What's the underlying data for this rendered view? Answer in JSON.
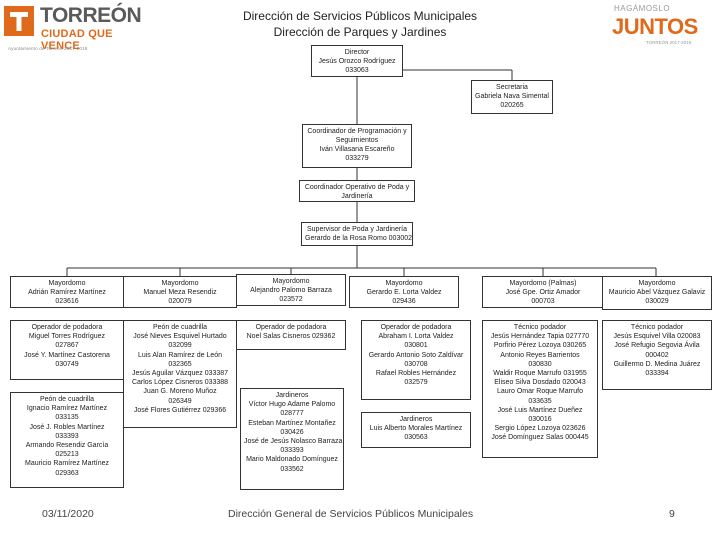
{
  "header": {
    "title_line1": "Dirección de Servicios Públicos Municipales",
    "title_line2": "Dirección de Parques y Jardines"
  },
  "logo_left": {
    "line1": "TORREÓN",
    "line2": "CIUDAD QUE VENCE",
    "line3": "Ayuntamiento de Torreón 2017-2019"
  },
  "logo_right": {
    "line1": "HAGÁMOSLO",
    "line2": "JUNTOS",
    "line3": "TORREÓN 2017-2019"
  },
  "nodes": {
    "director": [
      "Director",
      "Jesús Orozco Rodríguez",
      "033063"
    ],
    "secretaria": [
      "Secretaria",
      "Gabriela Nava Simental",
      "020265"
    ],
    "coord_prog": [
      "Coordinador de Programación y",
      "Seguimientos",
      "Iván Villasana Escareño",
      "033279"
    ],
    "coord_oper": [
      "Coordinador Operativo de Poda y",
      "Jardinería"
    ],
    "supervisor": [
      "Supervisor de Poda y Jardinería",
      "Gerardo de la Rosa Romo 003002"
    ]
  },
  "mayordomos": [
    [
      "Mayordomo",
      "Adrián Ramírez Martínez",
      "023616"
    ],
    [
      "Mayordomo",
      "Manuel Meza Resendiz",
      "020079"
    ],
    [
      "Mayordomo",
      "Alejandro Palomo Barraza",
      "023572"
    ],
    [
      "Mayordomo",
      "Gerardo E. Lorta Valdez",
      "029436"
    ],
    [
      "Mayordomo (Palmas)",
      "José Gpe. Ortiz Amador",
      "000703"
    ],
    [
      "Mayordomo",
      "Mauricio Abel Vázquez Galaviz",
      "030029"
    ]
  ],
  "columns": [
    {
      "blocks": [
        [
          "Operador de podadora",
          "Miguel Torres Rodríguez",
          "027867",
          "José Y. Martínez Castorena",
          "030749"
        ],
        [
          "Peón de cuadrilla",
          "Ignacio Ramírez Martínez",
          "033135",
          "José J. Robles Martínez",
          "033393",
          "Armando Resendiz García",
          "025213",
          "Mauricio Ramírez Martínez",
          "029363"
        ]
      ]
    },
    {
      "blocks": [
        [
          "Peón de cuadrilla",
          "José Nieves Esquivel Hurtado",
          "032099",
          "Luis Alan Ramírez de León",
          "032365",
          "Jesús Aguilar Vázquez 033387",
          "Carlos López Cisneros 033388",
          "Juan G. Moreno Muñoz",
          "026349",
          "José Flores Gutiérrez 029366"
        ]
      ]
    },
    {
      "blocks": [
        [
          "Operador de podadora",
          "Noel Salas Cisneros 029362"
        ],
        [
          "Jardineros",
          "Víctor Hugo Adame Palomo",
          "028777",
          "Esteban Martínez Montañez",
          "030426",
          "José de Jesús Nolasco Barraza",
          "033393",
          "Mario Maldonado Domínguez",
          "033562"
        ]
      ]
    },
    {
      "blocks": [
        [
          "Operador de podadora",
          "Abraham I. Lorta Valdez",
          "030801",
          "Gerardo Antonio Soto Zaldívar",
          "030708",
          "Rafael Robles Hernández",
          "032579"
        ],
        [
          "Jardineros",
          "Luis Alberto Morales Martínez",
          "030563"
        ]
      ]
    },
    {
      "blocks": [
        [
          "Técnico podador",
          "Jesús Hernández Tapia 027770",
          "Porfirio Pérez Lozoya 030265",
          "Antonio Reyes Barrientos",
          "030830",
          "Waldir Roque Marrufo 031955",
          "Eliseo Silva Dosdado 020043",
          "Lauro Omar Roque Marrufo",
          "033635",
          "José Luis Martínez Dueñez",
          "030016",
          "Sergio López Lozoya 023626",
          "José Domínguez Salas 000445"
        ]
      ]
    },
    {
      "blocks": [
        [
          "Técnico podador",
          "Jesús Esquivel Villa 020083",
          "José Refugio Segovia Ávila",
          "000402",
          "Guillermo D. Medina Juárez",
          "033394"
        ]
      ]
    }
  ],
  "footer": {
    "date": "03/11/2020",
    "center": "Dirección General de Servicios Públicos Municipales",
    "page": "9"
  }
}
